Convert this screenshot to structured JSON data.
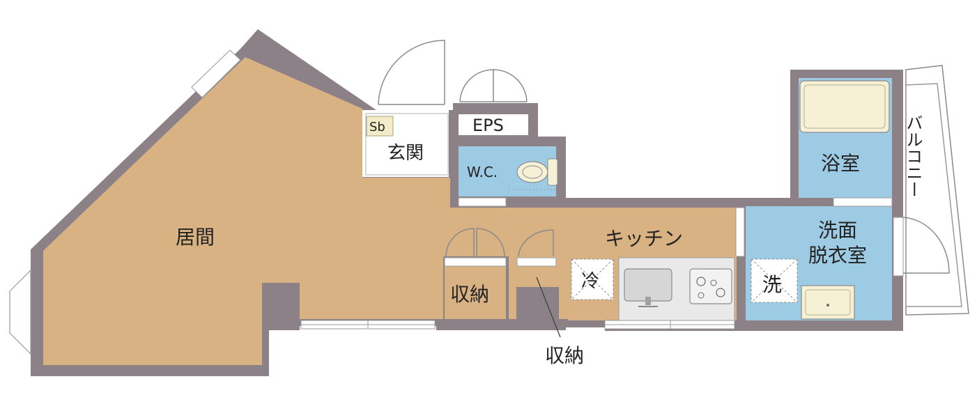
{
  "rooms": {
    "living": "居間",
    "entrance": "玄関",
    "shoe_box": "Sb",
    "eps": "EPS",
    "wc": "W.C.",
    "bath": "浴室",
    "balcony": "バルコニー",
    "kitchen": "キッチン",
    "washroom_line1": "洗面",
    "washroom_line2": "脱衣室",
    "storage_left": "収納",
    "storage_callout": "収納",
    "fridge": "冷",
    "washer": "洗"
  },
  "colors": {
    "wall": "#8b8186",
    "floor_wood": "#d8b283",
    "floor_wet": "#9ecbe4",
    "bathtub": "#f6f1d6",
    "entrance_floor": "#ffffff",
    "stove_counter": "#e9e9e9"
  }
}
